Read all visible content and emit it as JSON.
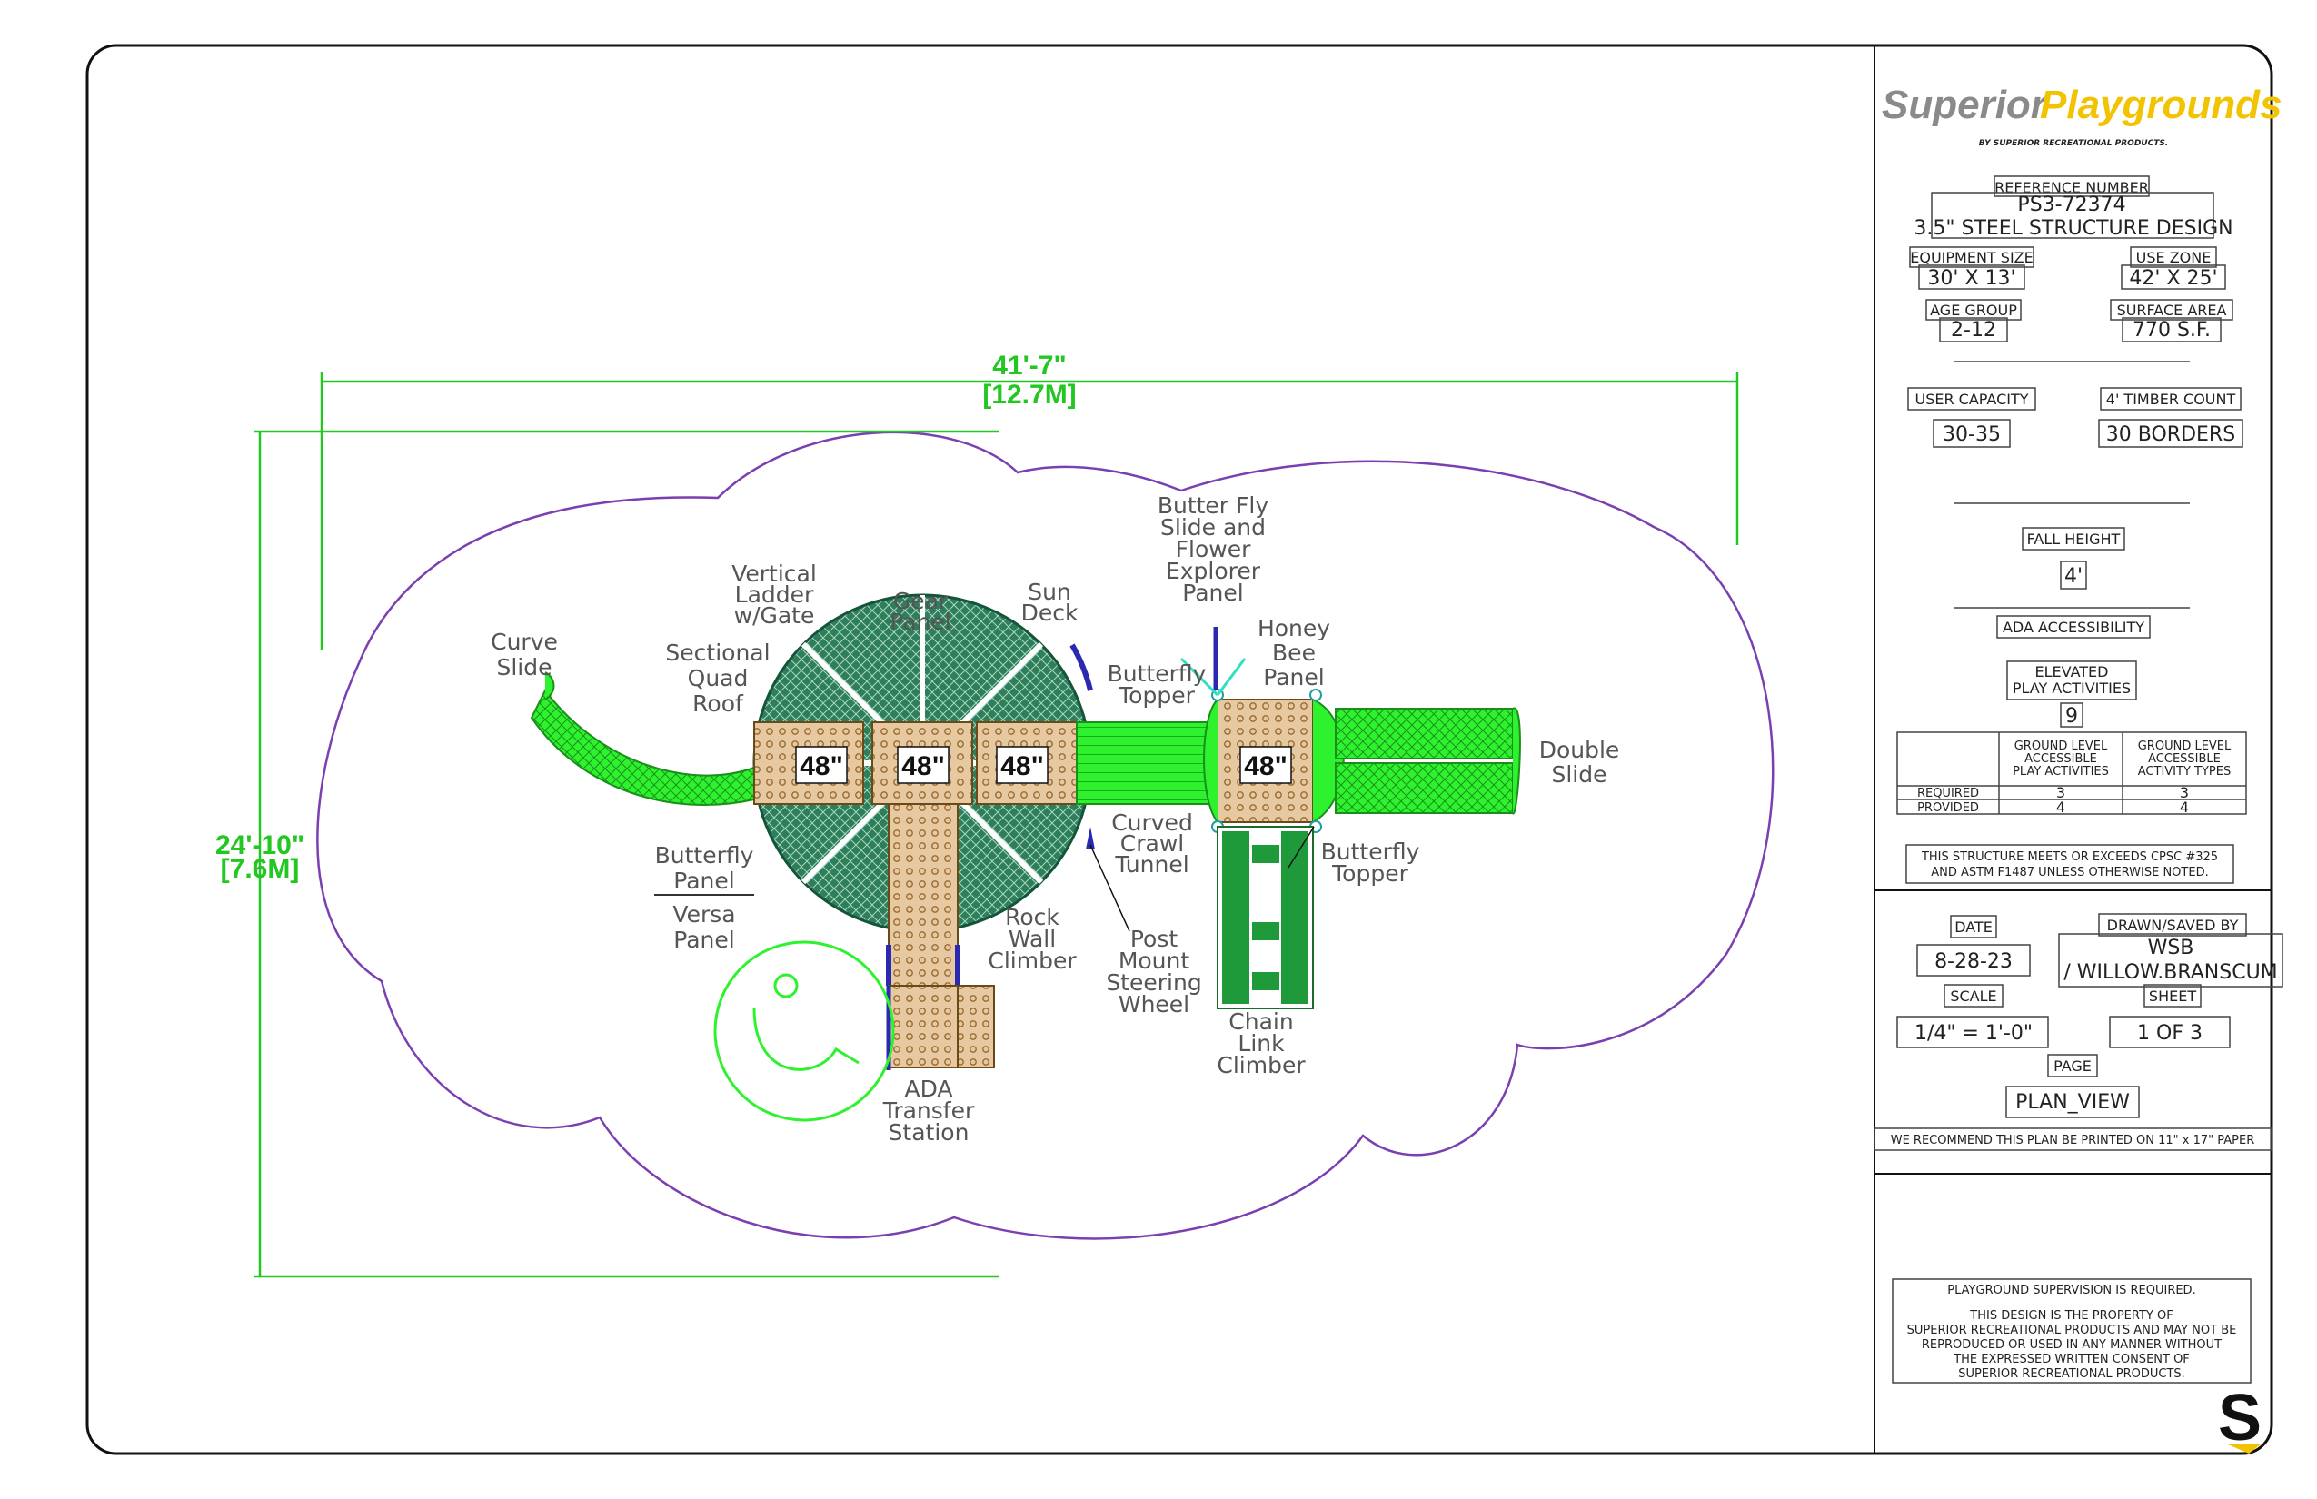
{
  "drawing": {
    "dimensions": {
      "width_ft": "41'-7\"",
      "width_m": "[12.7M]",
      "depth_ft": "24'-10\"",
      "depth_m": "[7.6M]"
    },
    "deck_heights": [
      "48\"",
      "48\"",
      "48\"",
      "48\""
    ],
    "labels": {
      "curve_slide": [
        "Curve",
        "Slide"
      ],
      "sectional_quad_roof": [
        "Sectional",
        "Quad",
        "Roof"
      ],
      "vertical_ladder": [
        "Vertical",
        "Ladder",
        "w/Gate"
      ],
      "gear_panel": [
        "Gear",
        "Panel"
      ],
      "sun_deck": [
        "Sun",
        "Deck"
      ],
      "butterfly_slide_panel": [
        "Butter Fly",
        "Slide and",
        "Flower",
        "Explorer",
        "Panel"
      ],
      "butterfly_topper_left": [
        "Butterfly",
        "Topper"
      ],
      "honey_bee_panel": [
        "Honey",
        "Bee",
        "Panel"
      ],
      "double_slide": [
        "Double",
        "Slide"
      ],
      "butterfly_panel": [
        "Butterfly",
        "Panel"
      ],
      "versa_panel": [
        "Versa",
        "Panel"
      ],
      "curved_crawl_tunnel": [
        "Curved",
        "Crawl",
        "Tunnel"
      ],
      "rock_wall_climber": [
        "Rock",
        "Wall",
        "Climber"
      ],
      "post_mount_steering_wheel": [
        "Post",
        "Mount",
        "Steering",
        "Wheel"
      ],
      "butterfly_topper_right": [
        "Butterfly",
        "Topper"
      ],
      "chain_link_climber": [
        "Chain",
        "Link",
        "Climber"
      ],
      "ada_transfer_station": [
        "ADA",
        "Transfer",
        "Station"
      ]
    }
  },
  "title_block": {
    "brand_superior": "Superior",
    "brand_playgrounds": "Playgrounds",
    "brand_sub": "BY SUPERIOR RECREATIONAL PRODUCTS.",
    "reference_number_label": "REFERENCE NUMBER",
    "reference_number": "PS3-72374",
    "structure_design": "3.5\"  STEEL STRUCTURE DESIGN",
    "equipment_size_label": "EQUIPMENT SIZE",
    "equipment_size": "30' X 13'",
    "use_zone_label": "USE ZONE",
    "use_zone": "42' X 25'",
    "age_group_label": "AGE GROUP",
    "age_group": "2-12",
    "surface_area_label": "SURFACE AREA",
    "surface_area": "770 S.F.",
    "user_capacity_label": "USER CAPACITY",
    "user_capacity": "30-35",
    "timber_count_label": "4' TIMBER COUNT",
    "timber_count": "30 BORDERS",
    "fall_height_label": "FALL HEIGHT",
    "fall_height": "4'",
    "ada_accessibility": "ADA ACCESSIBILITY",
    "elevated_label_1": "ELEVATED",
    "elevated_label_2": "PLAY ACTIVITIES",
    "elevated_value": "9",
    "table": {
      "col1": [
        "GROUND LEVEL",
        "ACCESSIBLE",
        "PLAY ACTIVITIES"
      ],
      "col2": [
        "GROUND LEVEL",
        "ACCESSIBLE",
        "ACTIVITY TYPES"
      ],
      "rows": [
        {
          "label": "REQUIRED",
          "v1": "3",
          "v2": "3"
        },
        {
          "label": "PROVIDED",
          "v1": "4",
          "v2": "4"
        }
      ]
    },
    "compliance_1": "THIS STRUCTURE MEETS OR EXCEEDS CPSC #325",
    "compliance_2": "AND ASTM F1487 UNLESS OTHERWISE NOTED.",
    "date_label": "DATE",
    "date": "8-28-23",
    "drawn_label": "DRAWN/SAVED BY",
    "drawn_1": "WSB",
    "drawn_2": "/ WILLOW.BRANSCUM",
    "scale_label": "SCALE",
    "scale": "1/4\" = 1'-0\"",
    "sheet_label": "SHEET",
    "sheet": "1  OF  3",
    "page_label": "PAGE",
    "page": "PLAN_VIEW",
    "print_note": "WE RECOMMEND THIS PLAN BE PRINTED ON 11\" x 17\" PAPER",
    "supervision": "PLAYGROUND SUPERVISION IS REQUIRED.",
    "property_1": "THIS DESIGN IS THE PROPERTY OF",
    "property_2": "SUPERIOR RECREATIONAL PRODUCTS AND MAY NOT BE",
    "property_3": "REPRODUCED OR USED IN ANY MANNER WITHOUT",
    "property_4": "THE EXPRESSED WRITTEN CONSENT OF",
    "property_5": "SUPERIOR RECREATIONAL PRODUCTS.",
    "logo_letter": "S"
  },
  "colors": {
    "slide_green": "#2ef22e",
    "roof_green": "#2e7d5b",
    "climber_green": "#1f9a3a",
    "deck_tan": "#e6c9a0",
    "use_zone": "#7a3fb0",
    "dimension": "#22c722",
    "brand_gray": "#8a8a8a",
    "brand_yellow": "#f2c300"
  }
}
